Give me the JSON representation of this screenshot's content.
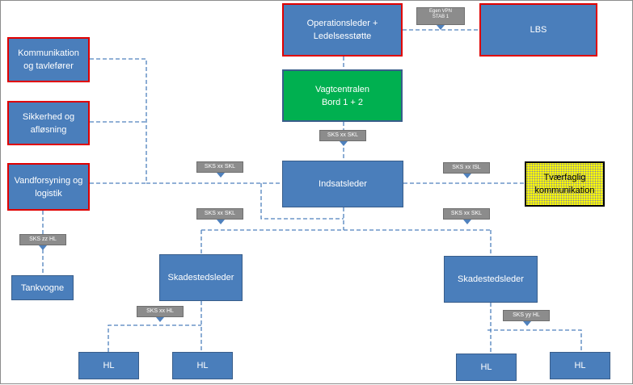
{
  "boxes": {
    "operationsleder": "Operationsleder +\nLedelsesstøtte",
    "lbs": "LBS",
    "vagtcentralen": "Vagtcentralen\nBord 1 + 2",
    "kommunikation": "Kommunikation\nog tavlefører",
    "sikkerhed": "Sikkerhed og\nafløsning",
    "vandforsyning": "Vandforsyning og\nlogistik",
    "indsatsleder": "Indsatsleder",
    "tvaerfaglig": "Tværfaglig\nkommunikation",
    "tankvogne": "Tankvogne",
    "skadestedsleder_left": "Skadestedsleder",
    "skadestedsleder_right": "Skadestedsleder",
    "hl_1": "HL",
    "hl_2": "HL",
    "hl_3": "HL",
    "hl_4": "HL"
  },
  "tags": {
    "egen_vpn": "Egen VPN\nSTAB 1",
    "vagt_skl": "SKS xx SKL",
    "left_skl": "SKS xx SKL",
    "isl": "SKS xx ISL",
    "lower_left_skl": "SKS xx SKL",
    "lower_right_skl": "SKS xx SKL",
    "zz_hl": "SKS zz HL",
    "xx_hl": "SKS xx HL",
    "yy_hl": "SKS yy HL"
  },
  "colors": {
    "box_blue": "#4a7ebb",
    "highlight_red": "#e00000",
    "vagtcentralen_green": "#00b050",
    "tvaerfaglig_yellow": "#ffff00",
    "tag_grey": "#8c8c8c",
    "connector_blue": "#4f81bd"
  }
}
